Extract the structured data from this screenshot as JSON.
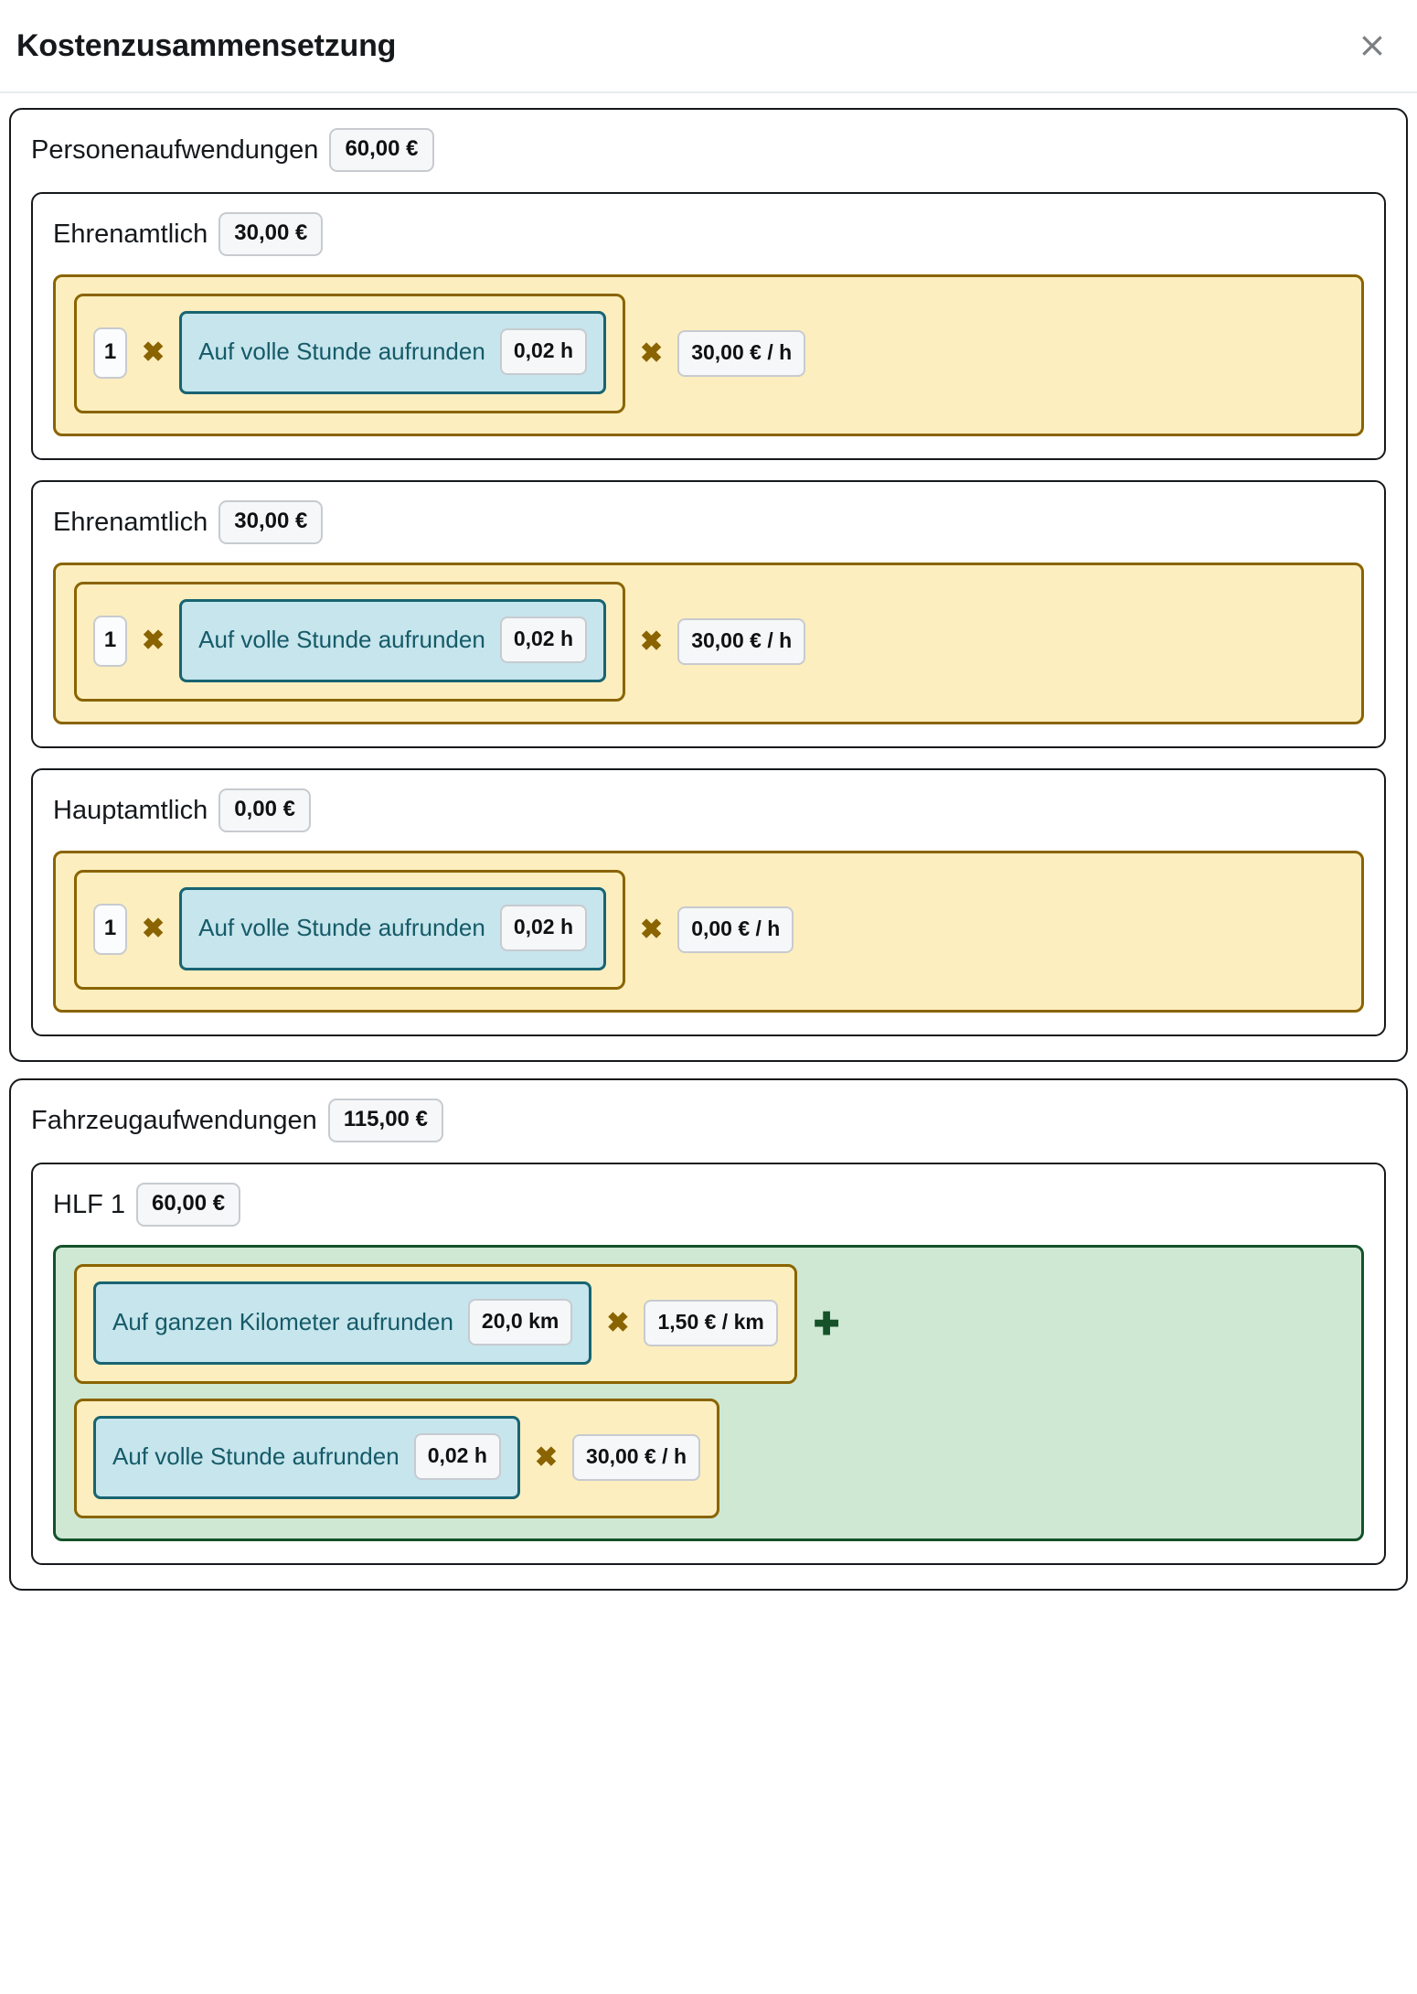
{
  "header": {
    "title": "Kostenzusammensetzung",
    "close_icon": "close-icon"
  },
  "operators": {
    "multiply": "✖",
    "plus": "✚"
  },
  "colors": {
    "yellow_bg": "#fceebf",
    "yellow_border": "#8a6400",
    "teal_bg": "#c6e5ec",
    "teal_border": "#186472",
    "teal_text": "#155a68",
    "green_bg": "#cee8d4",
    "green_border": "#15522a",
    "pill_bg": "#f6f7f8",
    "pill_border": "#c7cbd0",
    "card_border": "#16191c"
  },
  "groups": [
    {
      "label": "Personenaufwendungen",
      "total": "60,00 €",
      "subs": [
        {
          "label": "Ehrenamtlich",
          "total": "30,00 €",
          "quantity": "1",
          "rounding_label": "Auf volle Stunde aufrunden",
          "rounding_value": "0,02 h",
          "rate": "30,00 € / h"
        },
        {
          "label": "Ehrenamtlich",
          "total": "30,00 €",
          "quantity": "1",
          "rounding_label": "Auf volle Stunde aufrunden",
          "rounding_value": "0,02 h",
          "rate": "30,00 € / h"
        },
        {
          "label": "Hauptamtlich",
          "total": "0,00 €",
          "quantity": "1",
          "rounding_label": "Auf volle Stunde aufrunden",
          "rounding_value": "0,02 h",
          "rate": "0,00 € / h"
        }
      ]
    },
    {
      "label": "Fahrzeugaufwendungen",
      "total": "115,00 €",
      "vehicle": {
        "label": "HLF 1",
        "total": "60,00 €",
        "terms": [
          {
            "rounding_label": "Auf ganzen Kilometer aufrunden",
            "rounding_value": "20,0 km",
            "rate": "1,50 € / km"
          },
          {
            "rounding_label": "Auf volle Stunde aufrunden",
            "rounding_value": "0,02 h",
            "rate": "30,00 € / h"
          }
        ]
      }
    }
  ]
}
